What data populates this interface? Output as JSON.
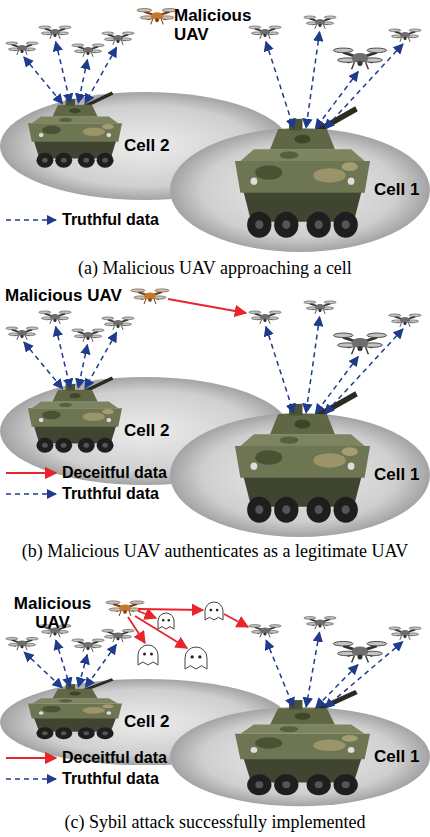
{
  "diagram": {
    "nodes": [
      {
        "text": [
          "Cell 2"
        ]
      },
      {
        "text": [
          "Cell 1"
        ]
      },
      {
        "text": [
          "Cell 2"
        ]
      },
      {
        "text": [
          "Cell 1"
        ]
      },
      {
        "text": [
          "Cell 2"
        ]
      },
      {
        "text": [
          "Cell 1"
        ]
      }
    ],
    "labels": [
      "Malicious UAV",
      "(a) Malicious UAV approaching a cell",
      "Malicious UAV",
      "(b) Malicious UAV authenticates as a legitimate UAV",
      "Malicious UAV",
      "(c) Sybil attack successfully implemented"
    ],
    "legend": [
      {
        "text": "Truthful data"
      },
      {
        "text": "Deceitful data"
      },
      {
        "text": "Truthful data"
      },
      {
        "text": "Deceitful data"
      },
      {
        "text": "Truthful data"
      }
    ]
  }
}
